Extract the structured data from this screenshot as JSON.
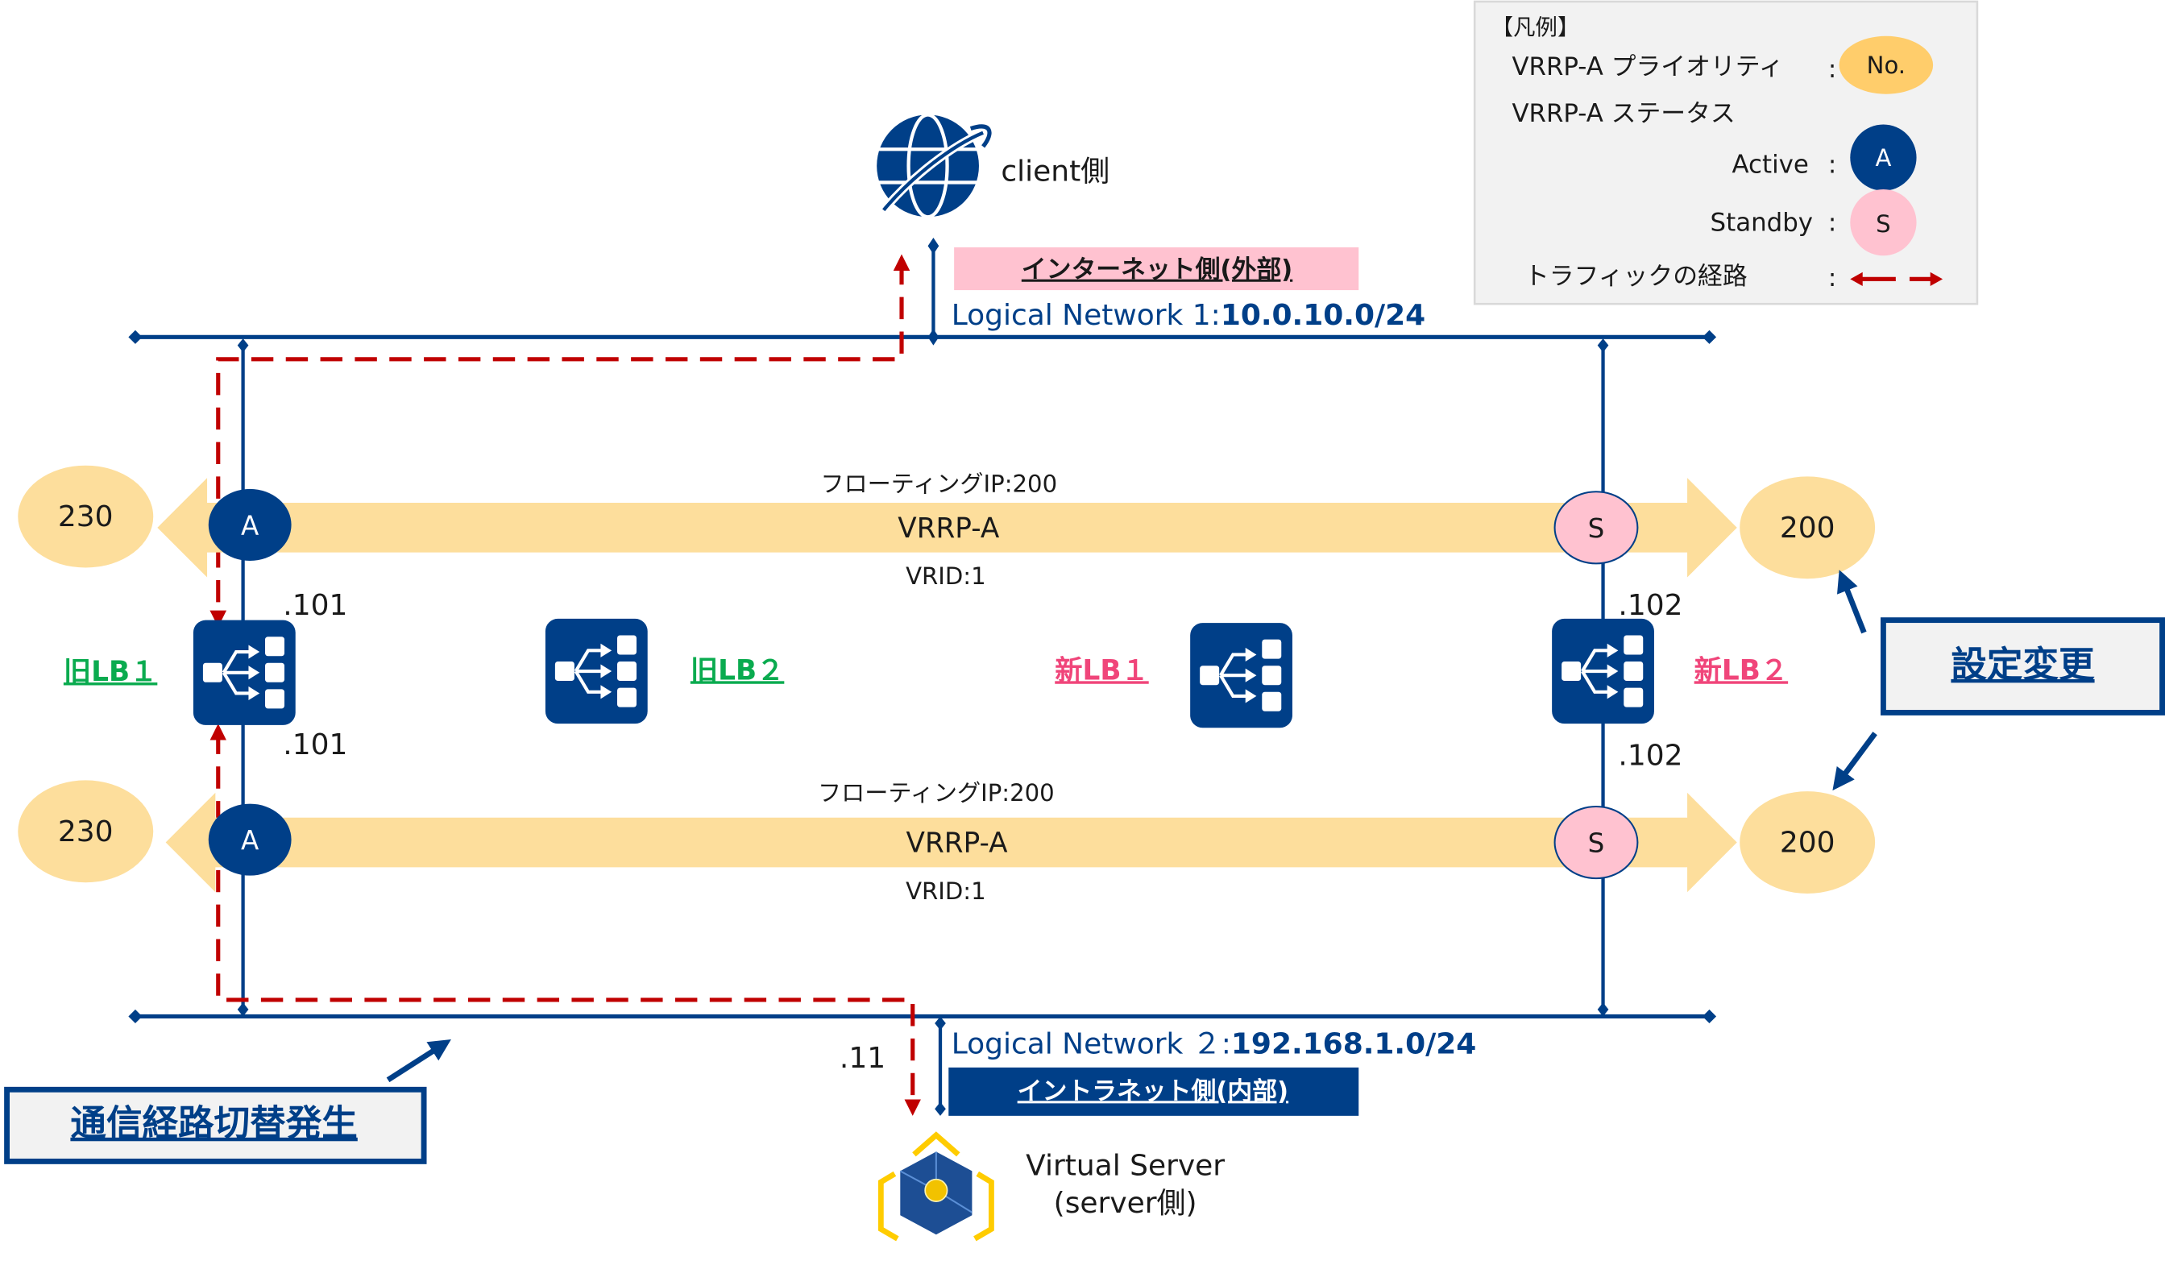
{
  "colors": {
    "network_blue": "#003f88",
    "traffic_red": "#c00000",
    "priority_yellow": "#fdde9c",
    "legend_priority_yellow": "#ffcd6b",
    "standby_pink": "#ffc2d0",
    "legend_bg": "#f2f2f2",
    "old_lb_green": "#0aab4f",
    "new_lb_pink": "#f0457a",
    "internet_label_bg": "#ffc2d0"
  },
  "legend": {
    "title": "【凡例】",
    "priority_label": "VRRP-A プライオリティ",
    "priority_badge": "No.",
    "status_label": "VRRP-A ステータス",
    "active_label": "Active",
    "active_badge": "A",
    "standby_label": "Standby",
    "standby_badge": "S",
    "traffic_label": "トラフィックの経路",
    "separator": ":"
  },
  "client": {
    "label": "client側",
    "icon": "globe-icon"
  },
  "internet_side_label": "インターネット側(外部)",
  "network1": {
    "name": "Logical Network 1:",
    "cidr": "10.0.10.0/24"
  },
  "network2": {
    "name": "Logical Network ２:",
    "cidr": "192.168.1.0/24"
  },
  "intranet_side_label": "イントラネット側(内部)",
  "server": {
    "label_line1": "Virtual Server",
    "label_line2": "(server側)",
    "address": ".11",
    "icon": "virtual-server-icon"
  },
  "vrrp_groups": [
    {
      "floating_ip": "フローティングIP:200",
      "name": "VRRP-A",
      "vrid": "VRID:1",
      "left_priority": "230",
      "left_status": "A",
      "right_priority": "200",
      "right_status": "S"
    },
    {
      "floating_ip": "フローティングIP:200",
      "name": "VRRP-A",
      "vrid": "VRID:1",
      "left_priority": "230",
      "left_status": "A",
      "right_priority": "200",
      "right_status": "S"
    }
  ],
  "load_balancers": [
    {
      "label": "旧LB１",
      "kind": "old"
    },
    {
      "label": "旧LB２",
      "kind": "old"
    },
    {
      "label": "新LB１",
      "kind": "new"
    },
    {
      "label": "新LB２",
      "kind": "new"
    }
  ],
  "addresses": {
    "old_lb1_top": ".101",
    "old_lb1_bottom": ".101",
    "new_lb2_top": ".102",
    "new_lb2_bottom": ".102"
  },
  "callouts": {
    "config_change": "設定変更",
    "path_switch": "通信経路切替発生"
  }
}
